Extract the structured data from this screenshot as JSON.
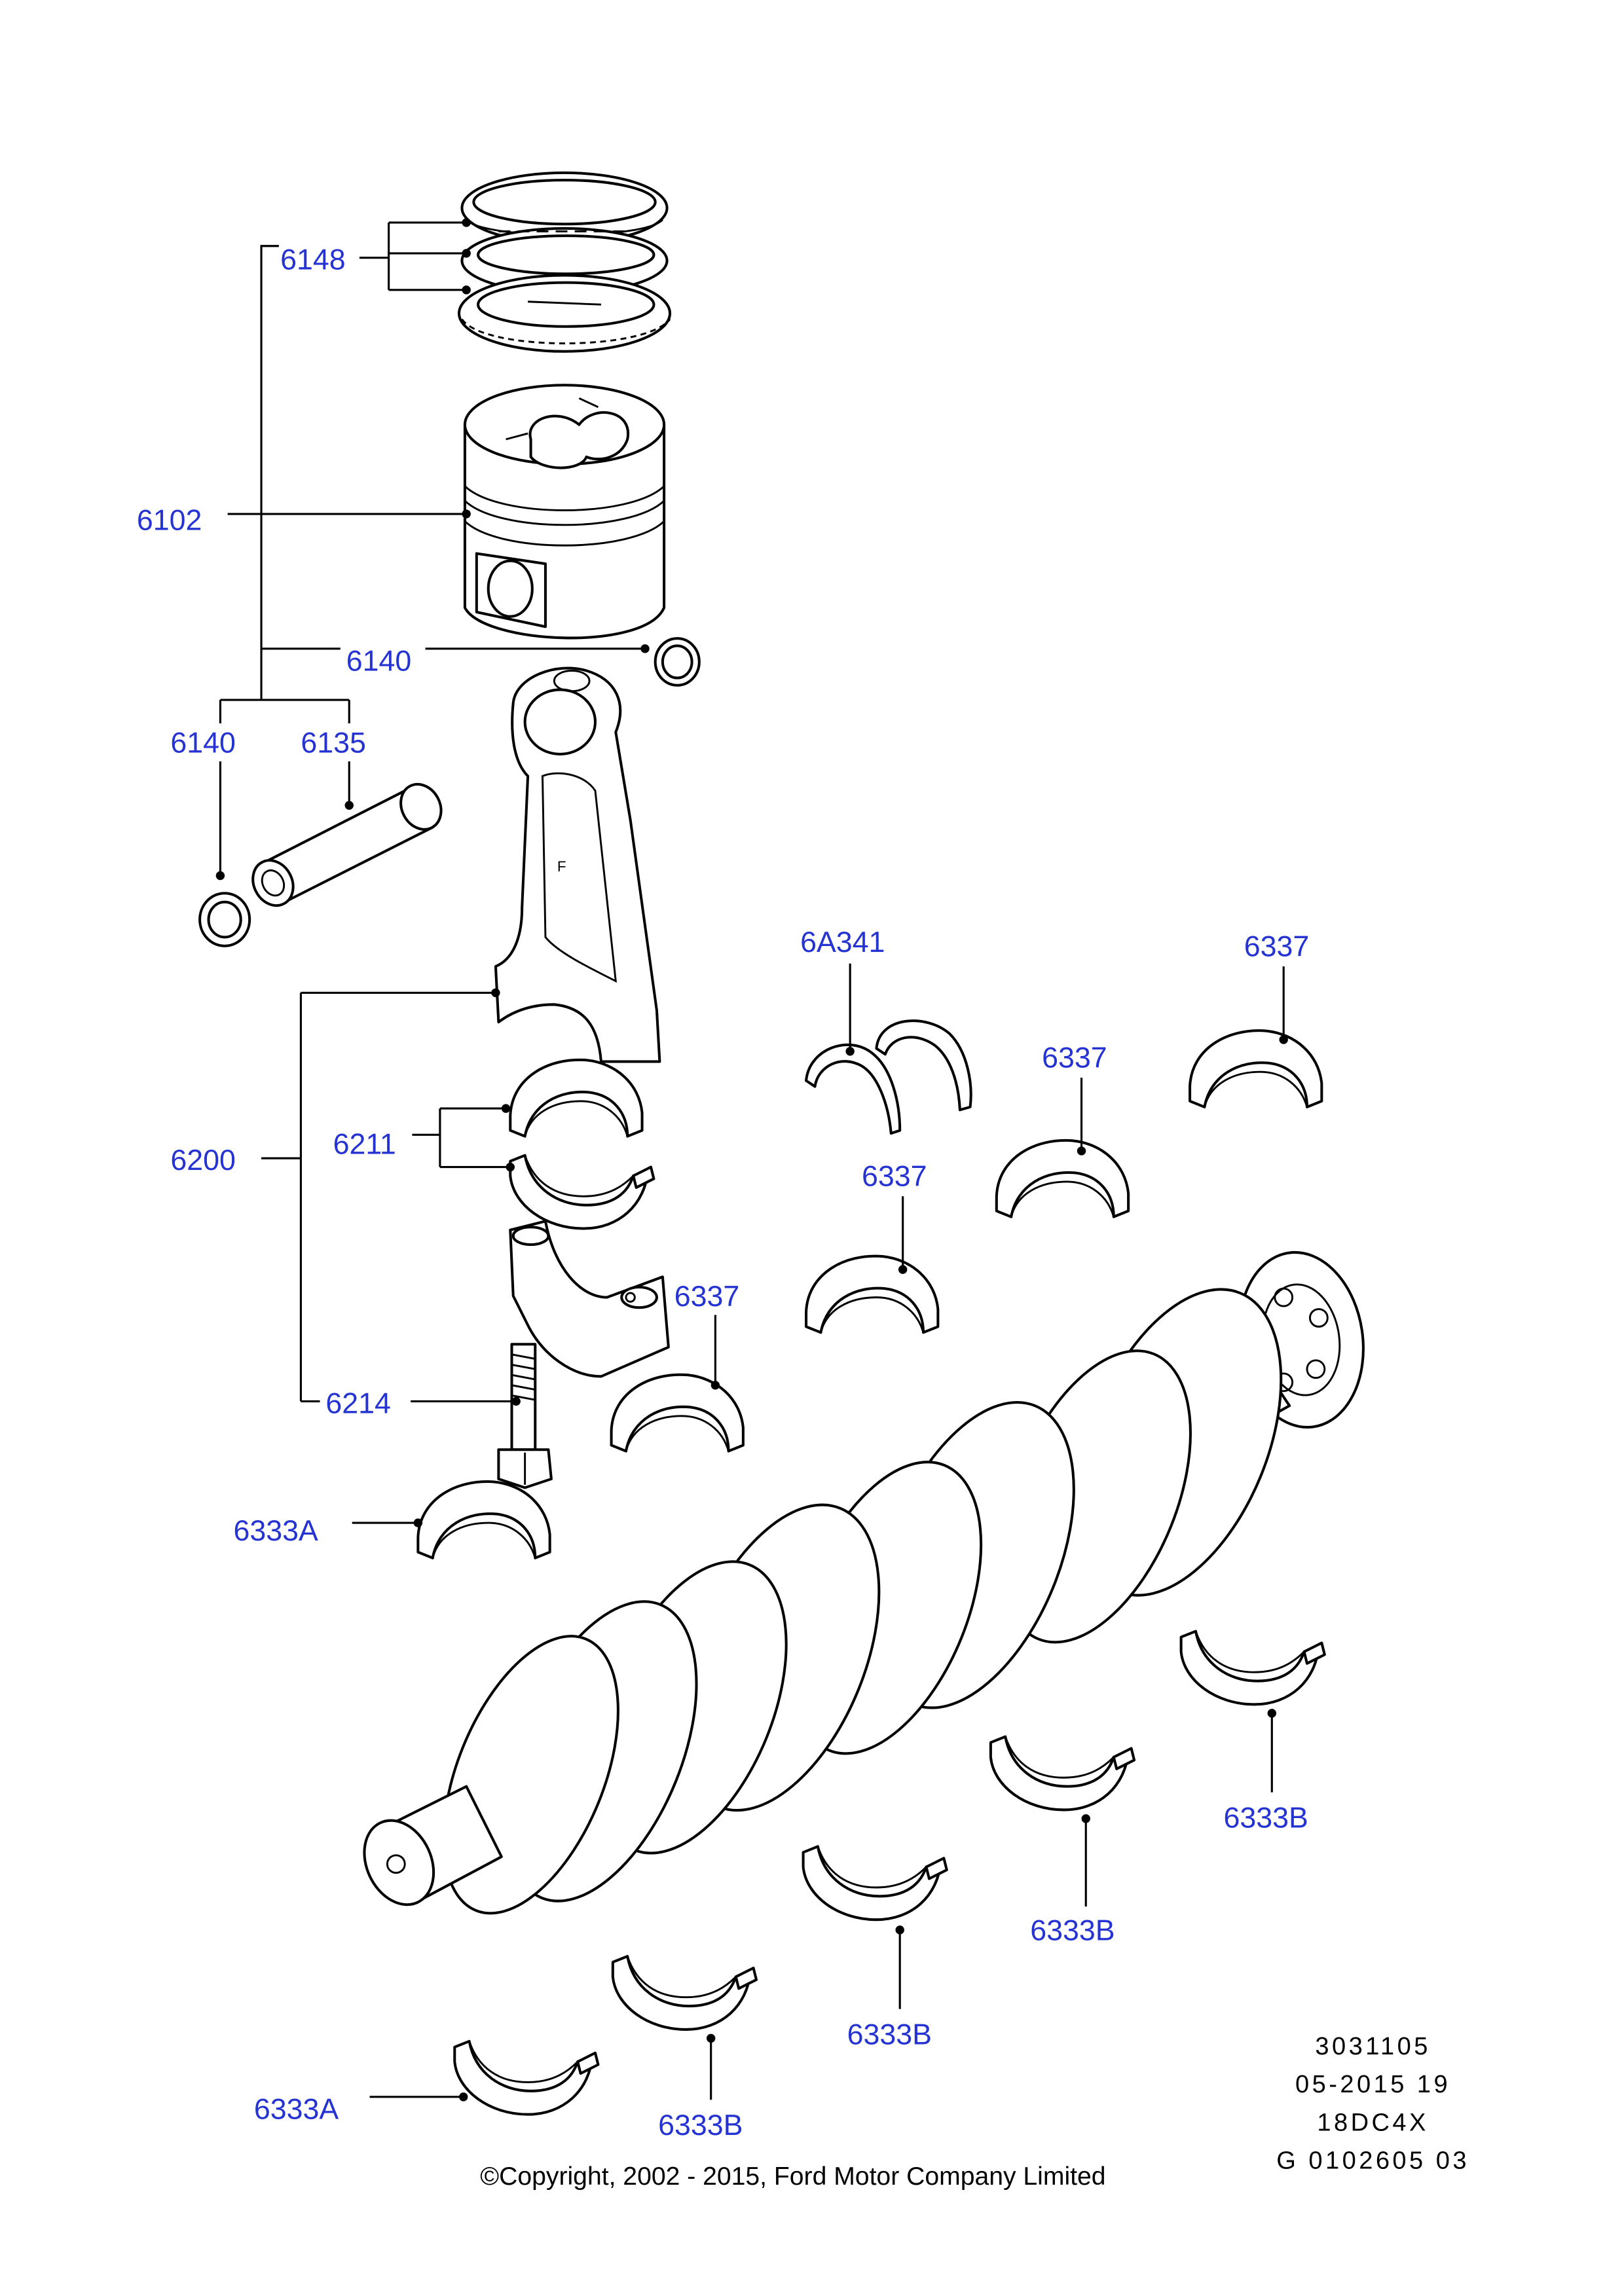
{
  "callouts": [
    {
      "id": "6148",
      "label": "6148"
    },
    {
      "id": "6102",
      "label": "6102"
    },
    {
      "id": "6140-a",
      "label": "6140"
    },
    {
      "id": "6140-b",
      "label": "6140"
    },
    {
      "id": "6135",
      "label": "6135"
    },
    {
      "id": "6A341",
      "label": "6A341"
    },
    {
      "id": "6337-a",
      "label": "6337"
    },
    {
      "id": "6337-b",
      "label": "6337"
    },
    {
      "id": "6211",
      "label": "6211"
    },
    {
      "id": "6200",
      "label": "6200"
    },
    {
      "id": "6337-c",
      "label": "6337"
    },
    {
      "id": "6337-d",
      "label": "6337"
    },
    {
      "id": "6214",
      "label": "6214"
    },
    {
      "id": "6333A-a",
      "label": "6333A"
    },
    {
      "id": "6333B-a",
      "label": "6333B"
    },
    {
      "id": "6333B-b",
      "label": "6333B"
    },
    {
      "id": "6333B-c",
      "label": "6333B"
    },
    {
      "id": "6333A-b",
      "label": "6333A"
    },
    {
      "id": "6333B-d",
      "label": "6333B"
    }
  ],
  "footer": {
    "code1": "3031105",
    "code2": "05-2015 19",
    "code3": "18DC4X",
    "code4": "G 0102605 03"
  },
  "copyright": "©Copyright, 2002 - 2015, Ford Motor Company Limited",
  "colors": {
    "callout": "#2433d1",
    "line": "#000000",
    "background": "#ffffff"
  }
}
